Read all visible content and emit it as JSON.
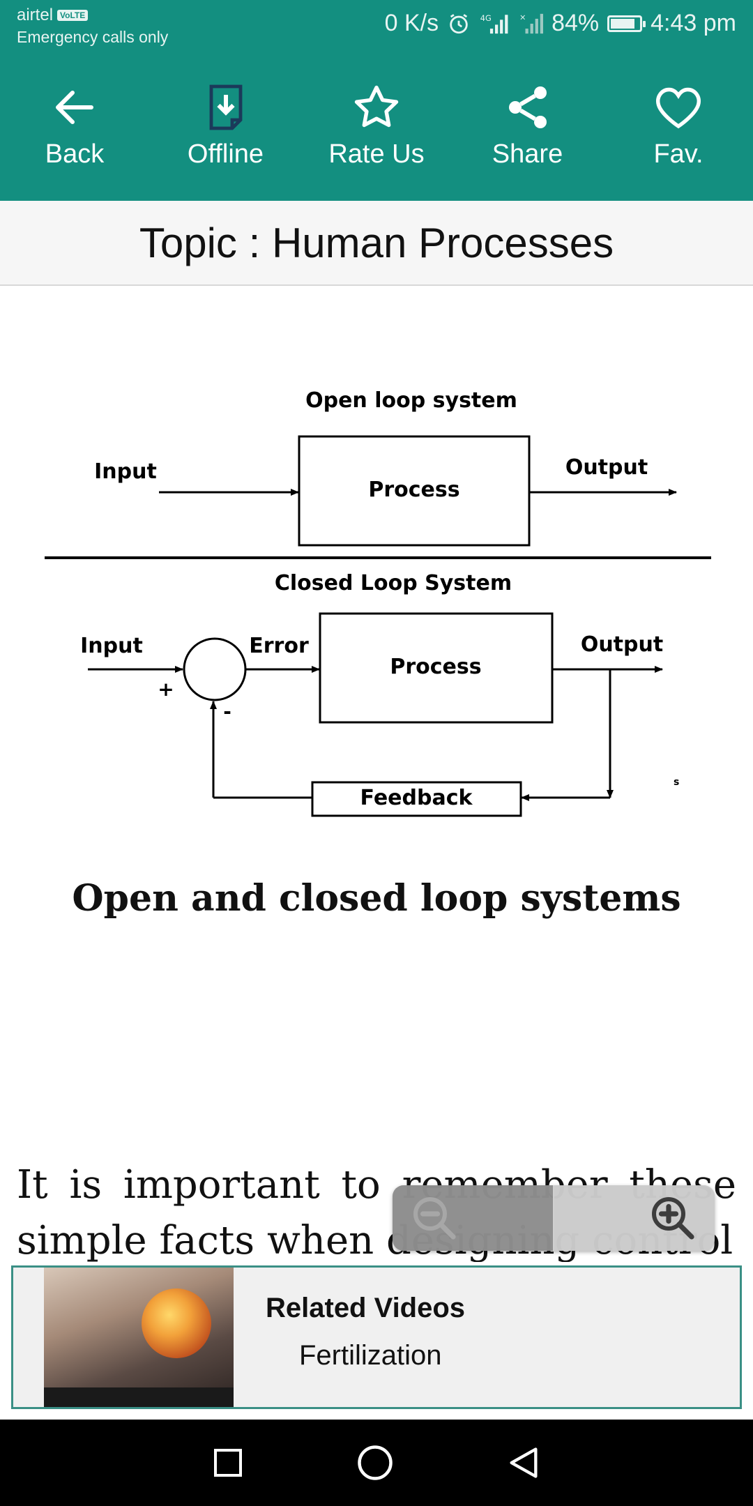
{
  "status_bar": {
    "carrier": "airtel",
    "volte": "VoLTE",
    "emergency": "Emergency calls only",
    "speed": "0 K/s",
    "network": "4G",
    "battery": "84%",
    "battery_level": 0.84,
    "time": "4:43 pm"
  },
  "toolbar": {
    "back": "Back",
    "offline": "Offline",
    "rate": "Rate Us",
    "share": "Share",
    "fav": "Fav."
  },
  "topic": {
    "title": "Topic : Human Processes"
  },
  "diagram": {
    "open_title": "Open loop system",
    "open_input": "Input",
    "open_process": "Process",
    "open_output": "Output",
    "closed_title": "Closed Loop System",
    "closed_input": "Input",
    "plus": "+",
    "minus": "-",
    "error": "Error",
    "closed_process": "Process",
    "closed_output": "Output",
    "feedback": "Feedback",
    "stray_mark": "s"
  },
  "caption": "Open and closed loop systems",
  "paragraph": "It is important to remember these simple facts when designing control",
  "related": {
    "title": "Related Videos",
    "subtitle": "Fertilization"
  },
  "colors": {
    "primary": "#138f80",
    "related_border": "#3a8f85"
  },
  "icons": {
    "back": "arrow-left-icon",
    "offline": "download-document-icon",
    "rate": "star-icon",
    "share": "share-icon",
    "fav": "heart-icon",
    "zoom_out": "zoom-out-icon",
    "zoom_in": "zoom-in-icon"
  }
}
